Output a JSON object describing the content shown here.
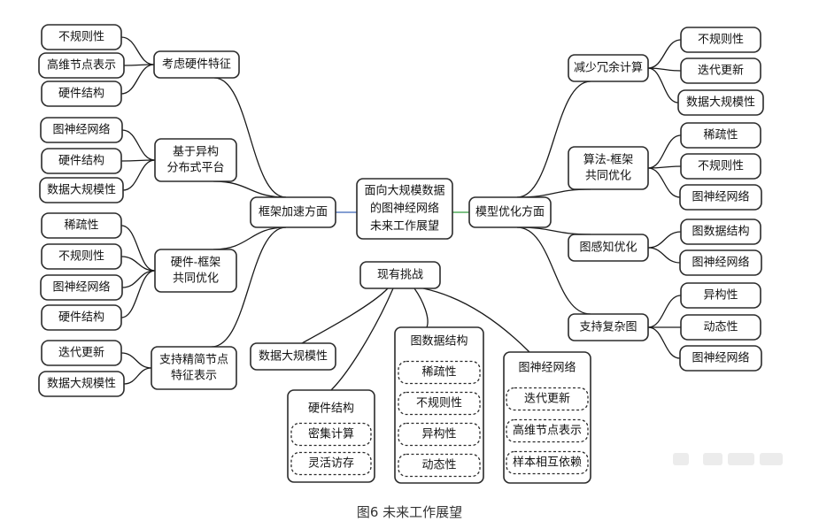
{
  "caption": "图6 未来工作展望",
  "center": [
    "面向大规模数据",
    "的图神经网络",
    "未来工作展望"
  ],
  "left_branch": {
    "label": "框架加速方面",
    "groups": [
      {
        "label": [
          "考虑硬件特征"
        ],
        "items": [
          "不规则性",
          "高维节点表示",
          "硬件结构"
        ]
      },
      {
        "label": [
          "基于异构",
          "分布式平台"
        ],
        "items": [
          "图神经网络",
          "硬件结构",
          "数据大规模性"
        ]
      },
      {
        "label": [
          "硬件-框架",
          "共同优化"
        ],
        "items": [
          "稀疏性",
          "不规则性",
          "图神经网络",
          "硬件结构"
        ]
      },
      {
        "label": [
          "支持精简节点",
          "特征表示"
        ],
        "items": [
          "迭代更新",
          "数据大规模性"
        ]
      }
    ]
  },
  "right_branch": {
    "label": "模型优化方面",
    "groups": [
      {
        "label": [
          "减少冗余计算"
        ],
        "items": [
          "不规则性",
          "迭代更新",
          "数据大规模性"
        ]
      },
      {
        "label": [
          "算法-框架",
          "共同优化"
        ],
        "items": [
          "稀疏性",
          "不规则性",
          "图神经网络"
        ]
      },
      {
        "label": [
          "图感知优化"
        ],
        "items": [
          "图数据结构",
          "图神经网络"
        ]
      },
      {
        "label": [
          "支持复杂图"
        ],
        "items": [
          "异构性",
          "动态性",
          "图神经网络"
        ]
      }
    ]
  },
  "challenges": {
    "label": "现有挑战",
    "data_scale": "数据大规模性",
    "hardware": {
      "title": "硬件结构",
      "items": [
        "密集计算",
        "灵活访存"
      ]
    },
    "graph_data": {
      "title": "图数据结构",
      "items": [
        "稀疏性",
        "不规则性",
        "异构性",
        "动态性"
      ]
    },
    "gnn": {
      "title": "图神经网络",
      "items": [
        "迭代更新",
        "高维节点表示",
        "样本相互依赖"
      ]
    }
  }
}
